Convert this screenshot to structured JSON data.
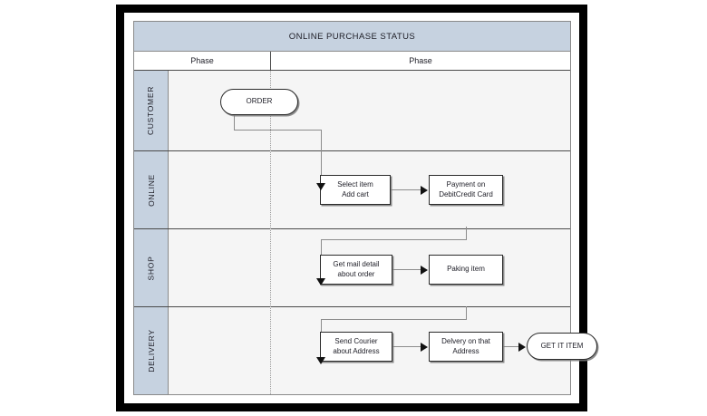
{
  "diagram": {
    "title": "ONLINE PURCHASE STATUS",
    "phase_headers": [
      "Phase",
      "Phase"
    ],
    "colors": {
      "header_fill": "#c6d2e0",
      "lane_fill": "#f5f5f5",
      "node_fill": "#ffffff",
      "node_stroke": "#2b2b2b",
      "connector": "#8c8c8c",
      "frame": "#000000"
    },
    "lanes": [
      {
        "label": "CUSTOMER",
        "nodes": [
          {
            "id": "order",
            "shape": "terminator",
            "text": "ORDER"
          }
        ]
      },
      {
        "label": "ONLINE",
        "nodes": [
          {
            "id": "select-item",
            "shape": "process",
            "text": "Select item\nAdd cart",
            "line1": "Select item",
            "line2": "Add cart"
          },
          {
            "id": "payment",
            "shape": "process",
            "text": "Payment on\nDebitCredit Card",
            "line1": "Payment on",
            "line2": "DebitCredit Card"
          }
        ]
      },
      {
        "label": "SHOP",
        "nodes": [
          {
            "id": "get-mail-detail",
            "shape": "process",
            "text": "Get mail detail\nabout order",
            "line1": "Get mail detail",
            "line2": "about order"
          },
          {
            "id": "paking-item",
            "shape": "process",
            "text": "Paking item",
            "line1": "Paking item",
            "line2": ""
          }
        ]
      },
      {
        "label": "DELIVERY",
        "nodes": [
          {
            "id": "send-courier",
            "shape": "process",
            "text": "Send Courier\nabout Address",
            "line1": "Send Courier",
            "line2": "about Address"
          },
          {
            "id": "delivery-address",
            "shape": "process",
            "text": "Delvery on that\nAddress",
            "line1": "Delvery on that",
            "line2": "Address"
          },
          {
            "id": "get-it-item",
            "shape": "terminator",
            "text": "GET IT ITEM"
          }
        ]
      }
    ],
    "connectors": [
      {
        "from": "order",
        "to": "select-item",
        "type": "elbow-down"
      },
      {
        "from": "select-item",
        "to": "payment",
        "type": "straight-right"
      },
      {
        "from": "payment",
        "to": "get-mail-detail",
        "type": "elbow-down"
      },
      {
        "from": "get-mail-detail",
        "to": "paking-item",
        "type": "straight-right"
      },
      {
        "from": "paking-item",
        "to": "send-courier",
        "type": "elbow-down"
      },
      {
        "from": "send-courier",
        "to": "delivery-address",
        "type": "straight-right"
      },
      {
        "from": "delivery-address",
        "to": "get-it-item",
        "type": "straight-right"
      }
    ]
  }
}
